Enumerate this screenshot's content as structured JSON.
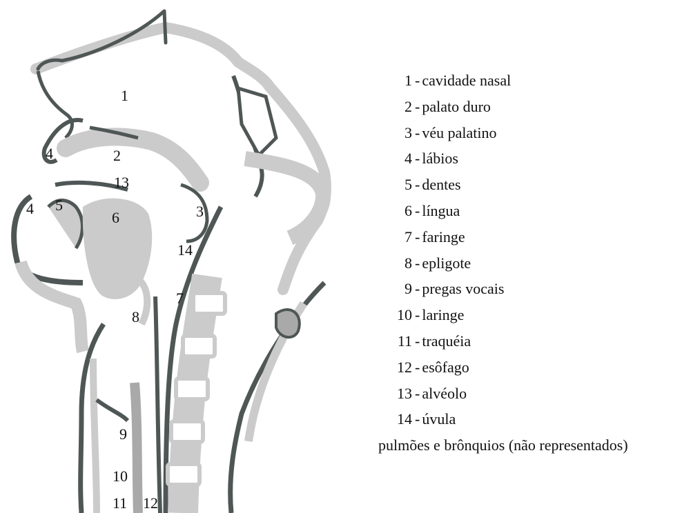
{
  "colors": {
    "light": "#cbcbcb",
    "mid": "#a9a9a9",
    "dark": "#4f5756",
    "text": "#111111"
  },
  "labels": [
    {
      "id": "1",
      "text": "1"
    },
    {
      "id": "2",
      "text": "2"
    },
    {
      "id": "3",
      "text": "3"
    },
    {
      "id": "4a",
      "text": "4"
    },
    {
      "id": "4b",
      "text": "4"
    },
    {
      "id": "5",
      "text": "5"
    },
    {
      "id": "6",
      "text": "6"
    },
    {
      "id": "7",
      "text": "7"
    },
    {
      "id": "8",
      "text": "8"
    },
    {
      "id": "9",
      "text": "9"
    },
    {
      "id": "10",
      "text": "10"
    },
    {
      "id": "11",
      "text": "11"
    },
    {
      "id": "12",
      "text": "12"
    },
    {
      "id": "13",
      "text": "13"
    },
    {
      "id": "14",
      "text": "14"
    }
  ],
  "legend": [
    {
      "num": "1",
      "name": "cavidade nasal"
    },
    {
      "num": "2",
      "name": "palato duro"
    },
    {
      "num": "3",
      "name": "véu palatino"
    },
    {
      "num": "4",
      "name": "lábios"
    },
    {
      "num": "5",
      "name": "dentes"
    },
    {
      "num": "6",
      "name": "língua"
    },
    {
      "num": "7",
      "name": "faringe"
    },
    {
      "num": "8",
      "name": "epligote"
    },
    {
      "num": "9",
      "name": "pregas vocais"
    },
    {
      "num": "10",
      "name": "laringe"
    },
    {
      "num": "11",
      "name": "traquéia"
    },
    {
      "num": "12",
      "name": "esôfago"
    },
    {
      "num": "13",
      "name": "alvéolo"
    },
    {
      "num": "14",
      "name": "úvula"
    }
  ],
  "footnote": "pulmões e brônquios (não representados)"
}
